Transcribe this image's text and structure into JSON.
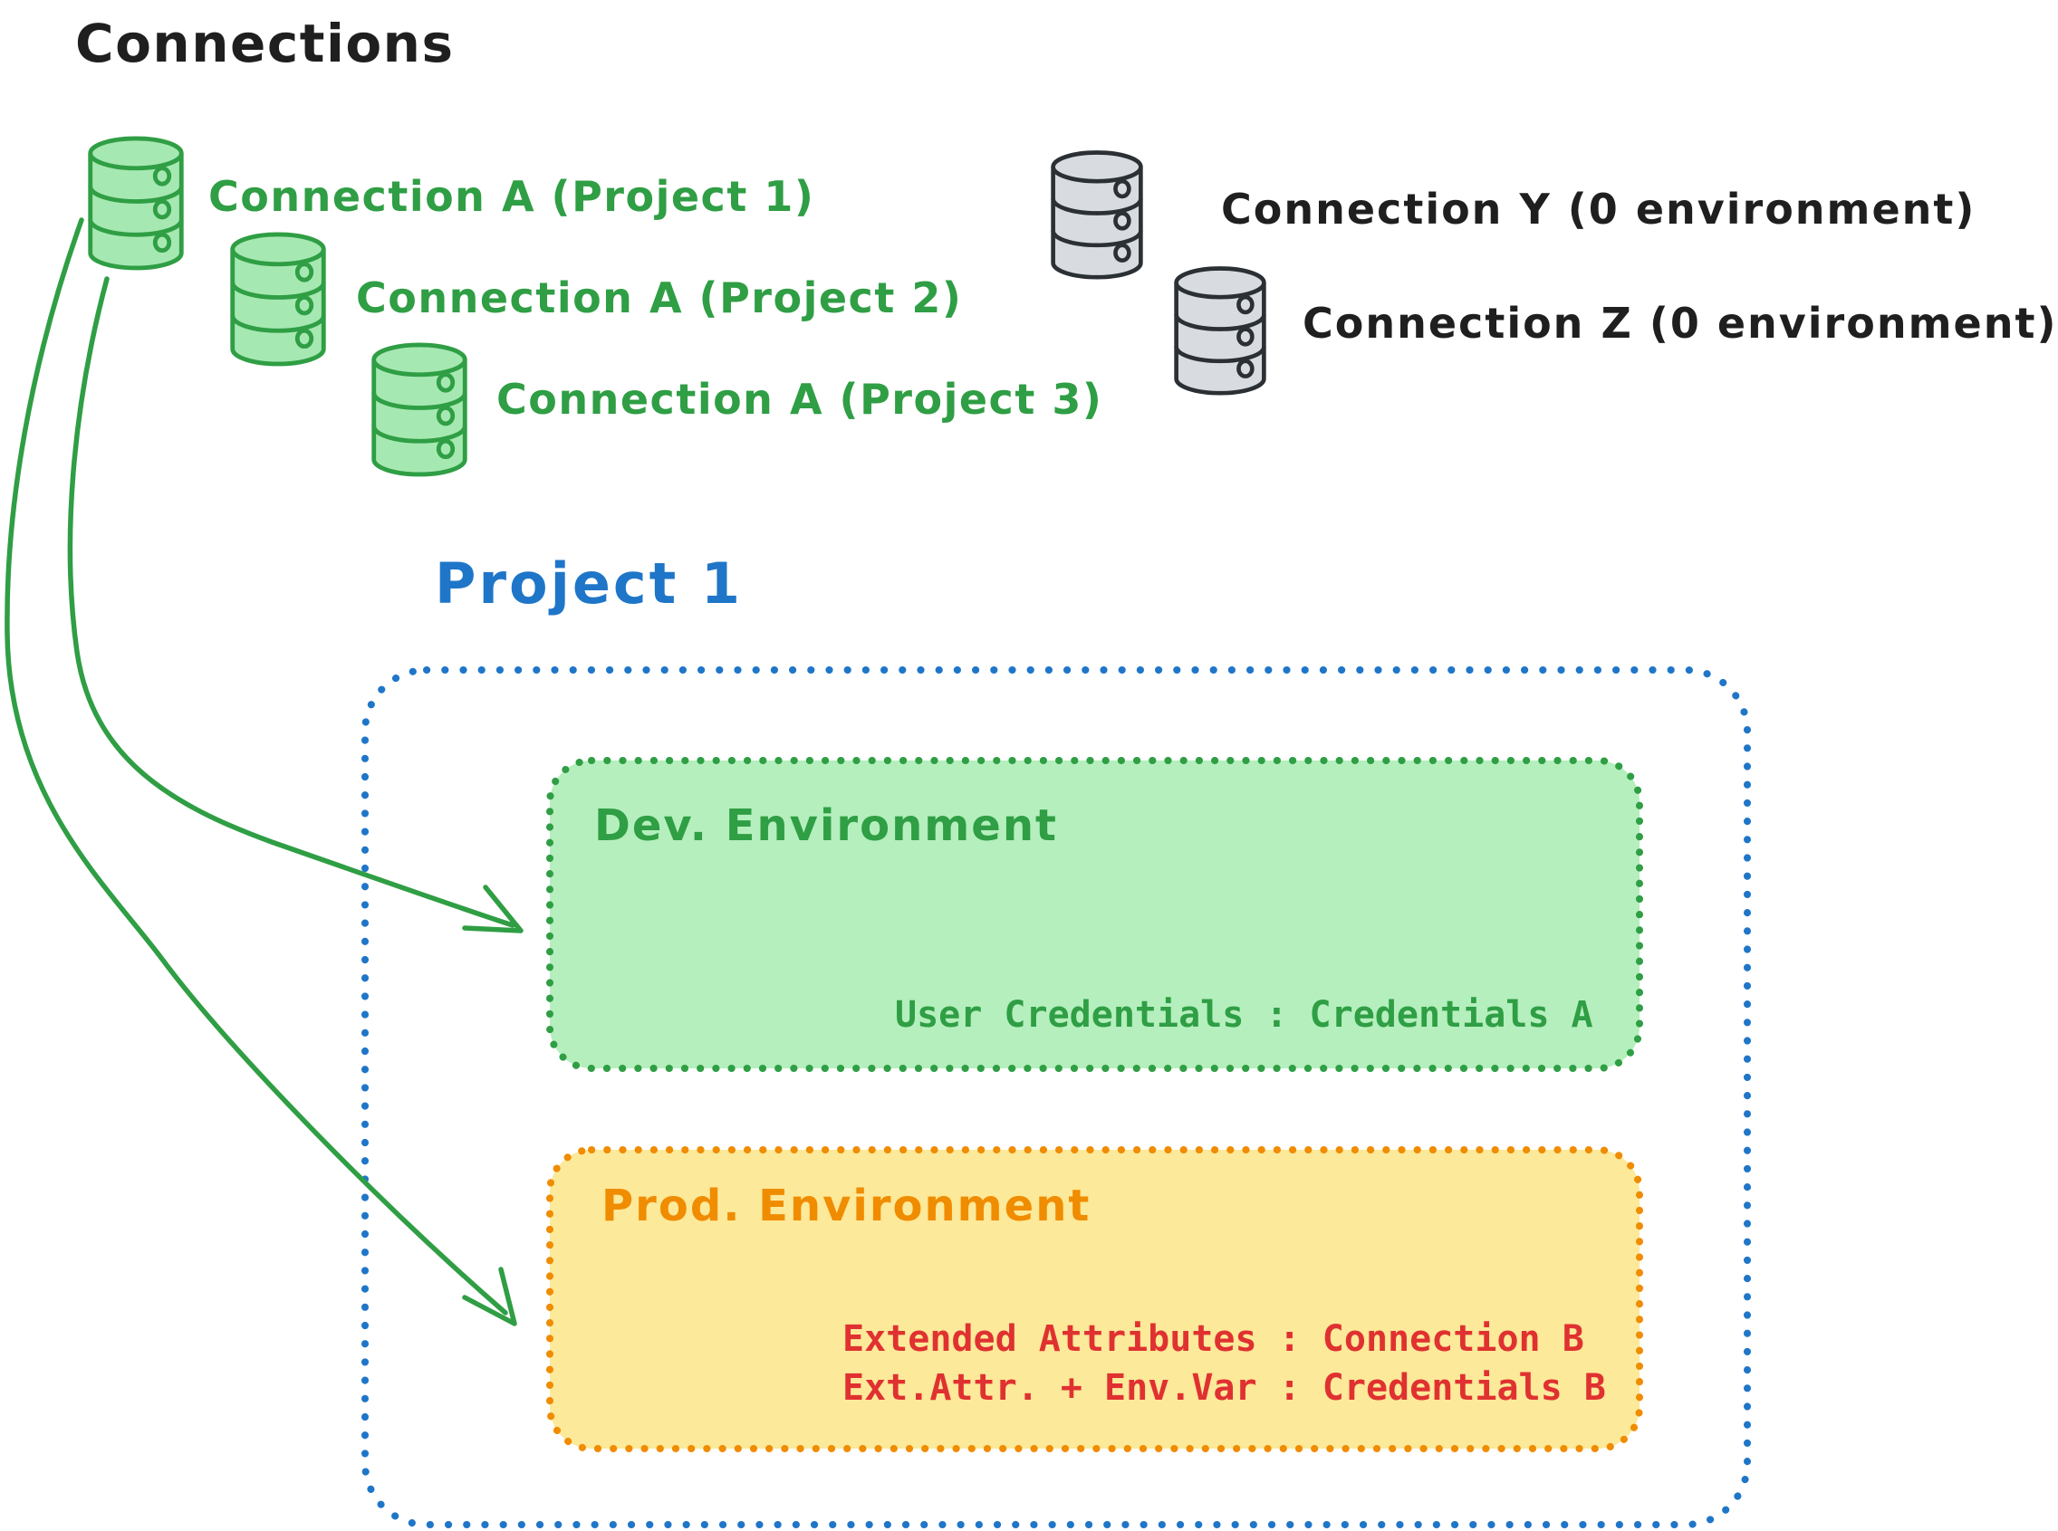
{
  "title": "Connections",
  "green_connections": [
    {
      "label": "Connection A (Project 1)"
    },
    {
      "label": "Connection A (Project 2)"
    },
    {
      "label": "Connection A (Project 3)"
    }
  ],
  "gray_connections": [
    {
      "label": "Connection Y (0 environment)"
    },
    {
      "label": "Connection Z (0 environment)"
    }
  ],
  "project": {
    "title": "Project 1",
    "dev_environment": {
      "title": "Dev. Environment",
      "mapping": "User Credentials : Credentials A"
    },
    "prod_environment": {
      "title": "Prod. Environment",
      "mappings": [
        "Extended Attributes : Connection B",
        "Ext.Attr. + Env.Var : Credentials B"
      ]
    }
  },
  "colors": {
    "ink": "#1f1f1f",
    "green": "#2f9e44",
    "green_fill": "#a6e8b2",
    "dev_fill": "#b4efbd",
    "blue": "#1f76c8",
    "orange": "#f08c00",
    "prod_fill": "#fce999",
    "red": "#e03131",
    "gray_stroke": "#2b3035",
    "gray_fill": "#d8dce0"
  }
}
